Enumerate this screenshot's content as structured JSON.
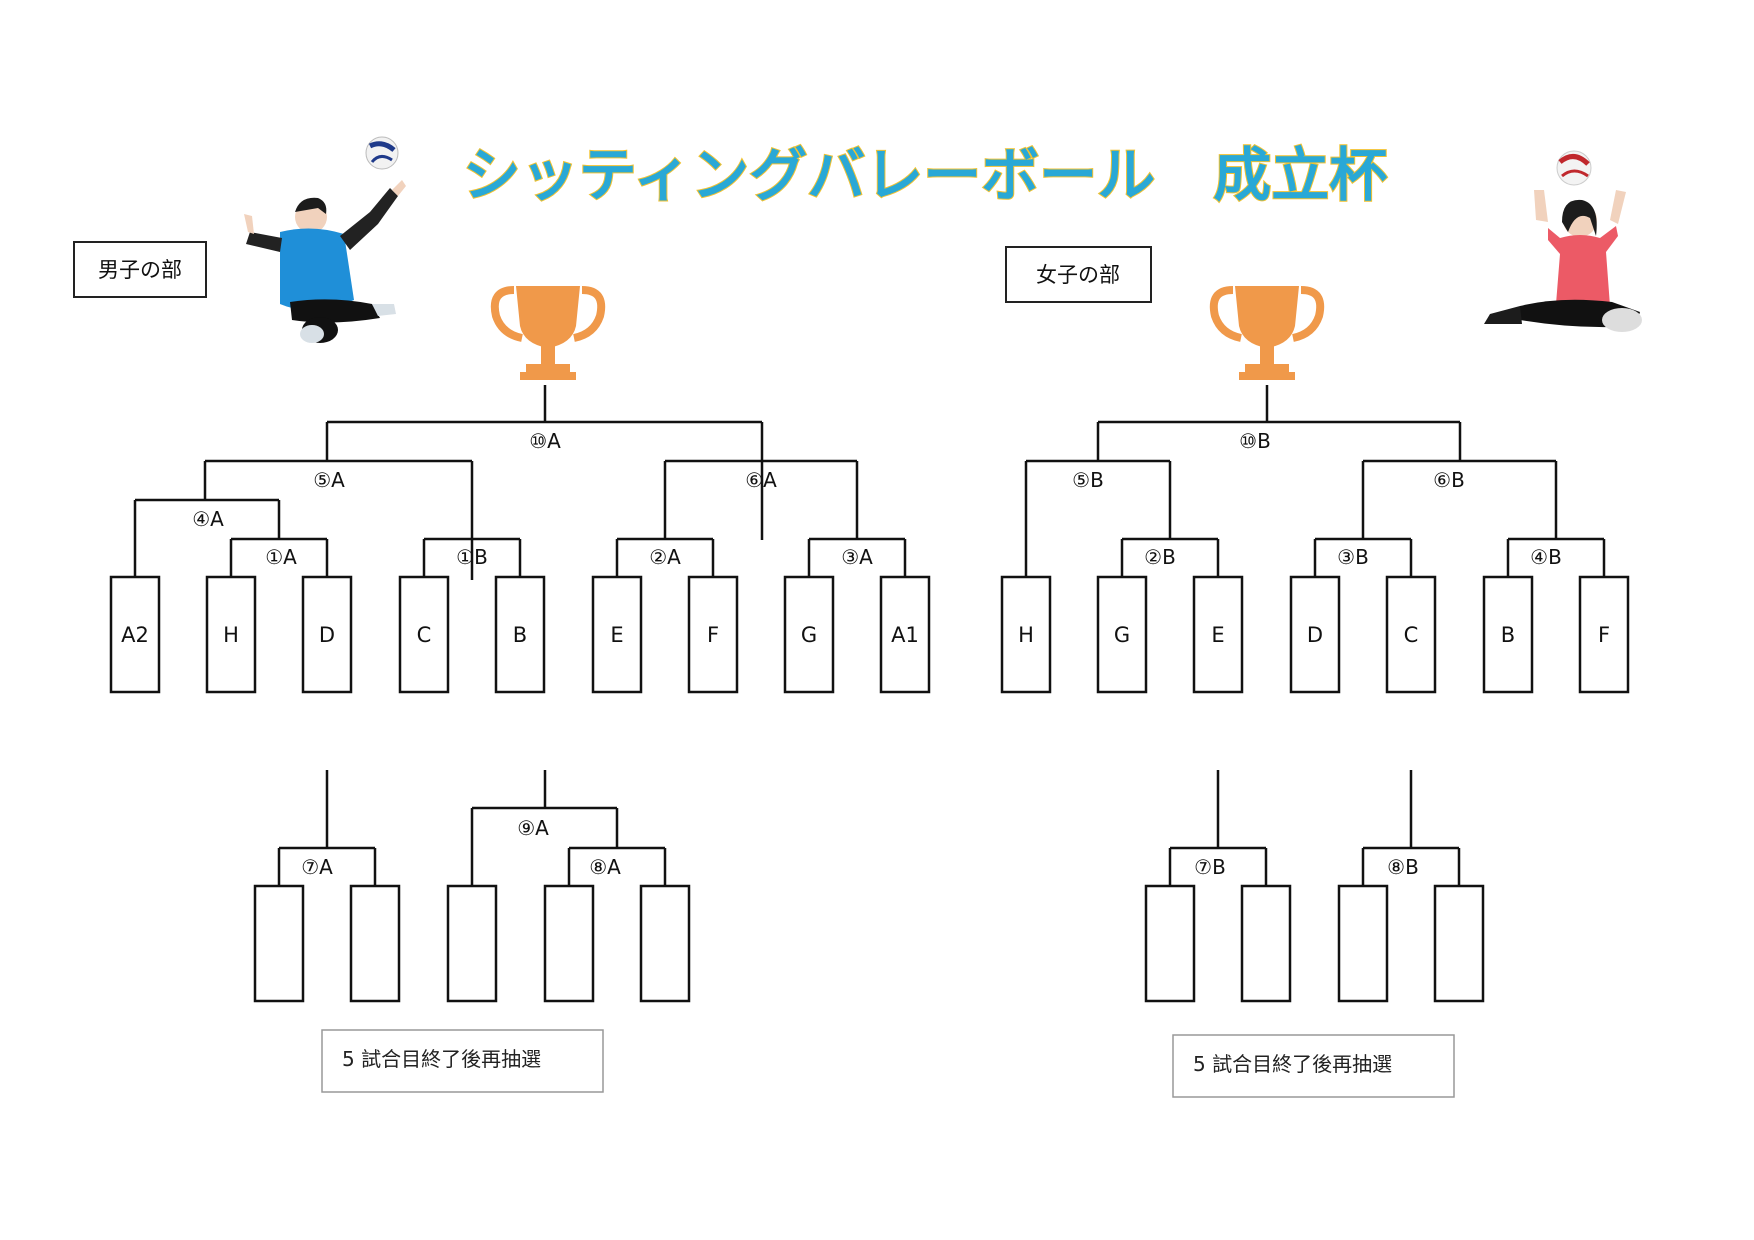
{
  "title": "シッティングバレーボール　成立杯",
  "colors": {
    "title_fill": "#29a8d6",
    "title_stroke": "#f2c230",
    "trophy": "#f0994a",
    "line": "#111111",
    "note_border": "#999999"
  },
  "men": {
    "label": "男子の部",
    "final": "⑩A",
    "semis": [
      "⑤A",
      "⑥A"
    ],
    "r2": "④A",
    "r1": [
      "①A",
      "①B",
      "②A",
      "③A"
    ],
    "teams": [
      "A2",
      "H",
      "D",
      "C",
      "B",
      "E",
      "F",
      "G",
      "A1"
    ],
    "lower": {
      "match7": "⑦A",
      "match9": "⑨A",
      "match8": "⑧A"
    },
    "note": "5 試合目終了後再抽選"
  },
  "women": {
    "label": "女子の部",
    "final": "⑩B",
    "semis": [
      "⑤B",
      "⑥B"
    ],
    "r1": [
      "②B",
      "③B",
      "④B"
    ],
    "teams": [
      "H",
      "G",
      "E",
      "D",
      "C",
      "B",
      "F"
    ],
    "lower": {
      "match7": "⑦B",
      "match8": "⑧B"
    },
    "note": "5 試合目終了後再抽選"
  },
  "icons": {
    "trophy": "trophy-icon",
    "ball": "volleyball-icon",
    "player": "player-figure"
  }
}
